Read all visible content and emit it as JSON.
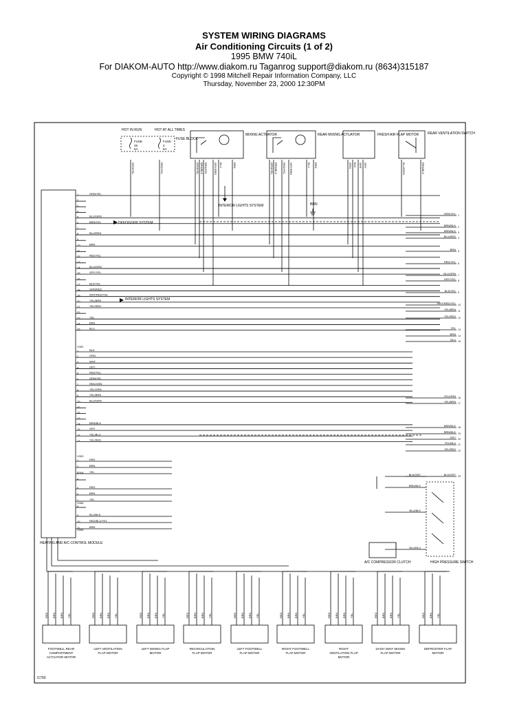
{
  "header": {
    "title": "SYSTEM WIRING DIAGRAMS",
    "subtitle": "Air Conditioning Circuits (1 of 2)",
    "vehicle": "1995 BMW 740iL",
    "source": "For DIAKOM-AUTO http://www.diakom.ru Taganrog support@diakom.ru (8634)315187",
    "copyright": "Copyright © 1998 Mitchell Repair Information Company, LLC",
    "date": "Thursday, November 23, 2000  12:30PM"
  },
  "fuse_block": {
    "hot_in_run": "HOT IN RUN",
    "hot_at_all_times": "HOT AT ALL TIMES",
    "fuse_block_label": "FUSE BLOCK",
    "fuse_a": "FUSE",
    "fuse_a_num": "49",
    "fuse_a_rating": "5A",
    "fuse_b": "FUSE",
    "fuse_b_num": "2",
    "fuse_b_rating": "5A"
  },
  "components": {
    "mixing_actuator": "MIXING ACTUATOR",
    "rear_mixing_actuator": "REAR MIXING ACTUATOR",
    "fresh_air_flap_motor": "FRESH AIR FLAP MOTOR",
    "rear_ventilation_switch": "REAR VENTILATION SWITCH",
    "interior_lights": "INTERIOR LIGHTS SYSTEM",
    "defogger": "DEFOGGER SYSTEM",
    "interior_lights_2": "INTERIOR LIGHTS SYSTEM",
    "module": "HEATING AND A/C CONTROL MODULE",
    "compressor_clutch": "A/C COMPRESSOR CLUTCH",
    "high_pressure_switch": "HIGH PRESSURE SWITCH",
    "ground_label": "BRN",
    "figure_id": "I1750"
  },
  "connectors": {
    "x1": "X302",
    "x2": "X303",
    "x3": "X304",
    "x4": "X306",
    "x5": "X305",
    "x6": "X310"
  },
  "module_pins": [
    {
      "pin": "1",
      "wire": "GRN/YEL"
    },
    {
      "pin": "2",
      "wire": ""
    },
    {
      "pin": "3",
      "wire": ""
    },
    {
      "pin": "4",
      "wire": ""
    },
    {
      "pin": "5",
      "wire": "BLU/GRN"
    },
    {
      "pin": "6",
      "wire": "BRN/YEL"
    },
    {
      "pin": "7",
      "wire": ""
    },
    {
      "pin": "8",
      "wire": "BLU/RED"
    },
    {
      "pin": "9",
      "wire": ""
    },
    {
      "pin": "10",
      "wire": "BRN"
    },
    {
      "pin": "11",
      "wire": ""
    },
    {
      "pin": "12",
      "wire": "RED/YEL"
    },
    {
      "pin": "13",
      "wire": ""
    },
    {
      "pin": "14",
      "wire": "BLU/GRN"
    },
    {
      "pin": "15",
      "wire": "GRY/YEL"
    },
    {
      "pin": "16",
      "wire": ""
    },
    {
      "pin": "17",
      "wire": "BLK/YEL"
    },
    {
      "pin": "18",
      "wire": "GRN/RED"
    },
    {
      "pin": "19",
      "wire": "WHT/RED/YEL"
    },
    {
      "pin": "20",
      "wire": "YEL/BRN"
    },
    {
      "pin": "21",
      "wire": "YEL/RED"
    },
    {
      "pin": "22",
      "wire": ""
    },
    {
      "pin": "23",
      "wire": "YEL"
    },
    {
      "pin": "24",
      "wire": "BRN"
    },
    {
      "pin": "25",
      "wire": "BLU"
    }
  ],
  "module_pins_b": [
    {
      "pin": "1",
      "wire": "BLK"
    },
    {
      "pin": "2",
      "wire": "GRN"
    },
    {
      "pin": "3",
      "wire": "WHT"
    },
    {
      "pin": "4",
      "wire": "GRY"
    },
    {
      "pin": "5",
      "wire": "RED/YEL"
    },
    {
      "pin": "6",
      "wire": "GRN/YEL"
    },
    {
      "pin": "7",
      "wire": "RED/GRN"
    },
    {
      "pin": "8",
      "wire": "YEL/GRN"
    },
    {
      "pin": "9",
      "wire": "YEL/BRN"
    },
    {
      "pin": "10",
      "wire": "BLU/GRN"
    },
    {
      "pin": "11",
      "wire": ""
    },
    {
      "pin": "12",
      "wire": ""
    },
    {
      "pin": "13",
      "wire": ""
    },
    {
      "pin": "14",
      "wire": "BRN/BLK"
    },
    {
      "pin": "15",
      "wire": "GRY"
    },
    {
      "pin": "16",
      "wire": "YEL/BLU"
    },
    {
      "pin": "17",
      "wire": "YEL/RED"
    }
  ],
  "module_pins_c": [
    {
      "pin": "1",
      "wire": "RED"
    },
    {
      "pin": "2",
      "wire": "BRN"
    },
    {
      "pin": "3",
      "wire": "YEL"
    },
    {
      "pin": "4",
      "wire": ""
    },
    {
      "pin": "5",
      "wire": "RED"
    },
    {
      "pin": "6",
      "wire": "BRN"
    },
    {
      "pin": "7",
      "wire": "YEL"
    },
    {
      "pin": "8",
      "wire": ""
    },
    {
      "pin": "9",
      "wire": "BLU/BLK"
    },
    {
      "pin": "10",
      "wire": "RED/BLU/YEL"
    },
    {
      "pin": "11",
      "wire": "BRN"
    }
  ],
  "right_labels": [
    {
      "n": "1",
      "wire": "GRN/YEL"
    },
    {
      "n": "2",
      "wire": "BRN/BLK"
    },
    {
      "n": "3",
      "wire": "BRN/BLK"
    },
    {
      "n": "4",
      "wire": "BLU/RED"
    },
    {
      "n": "5",
      "wire": "BRN"
    },
    {
      "n": "6",
      "wire": "RED/YEL"
    },
    {
      "n": "7",
      "wire": "BLU/GRN"
    },
    {
      "n": "8",
      "wire": "GRY/YEL"
    },
    {
      "n": "9",
      "wire": "BLK/YEL"
    },
    {
      "n": "10",
      "wire": "WHT/RED/YEL"
    },
    {
      "n": "11",
      "wire": "YEL/BRN"
    },
    {
      "n": "12",
      "wire": "YEL/RED"
    },
    {
      "n": "13",
      "wire": "YEL"
    },
    {
      "n": "14",
      "wire": "BRN"
    },
    {
      "n": "15",
      "wire": "BLU"
    },
    {
      "n": "16",
      "wire": "YEL/GRN"
    },
    {
      "n": "17",
      "wire": "YEL/BRN"
    },
    {
      "n": "18",
      "wire": "BRN/BLK"
    },
    {
      "n": "19",
      "wire": "BRN/BLK"
    },
    {
      "n": "20",
      "wire": "GRY"
    },
    {
      "n": "21",
      "wire": "YEL/BLU"
    },
    {
      "n": "22",
      "wire": "YEL/RED"
    },
    {
      "n": "23",
      "wire": "BLK/GRY"
    }
  ],
  "switch_wires": [
    "BLK/GRY",
    "BRN/BLK",
    "BLU/BLK",
    "BLU/BLU"
  ],
  "motors": [
    {
      "label": "FOOTWELL REAR COMPARTMENT ACTUATOR MOTOR",
      "wires": [
        "RED",
        "BRN",
        "BRN",
        "YEL"
      ]
    },
    {
      "label": "LEFT VENTILATION FLAP MOTOR",
      "wires": [
        "RED",
        "BRN",
        "BRN",
        "YEL"
      ]
    },
    {
      "label": "LEFT MIXING FLAP MOTOR",
      "wires": [
        "RED",
        "BRN",
        "BRN",
        "YEL"
      ]
    },
    {
      "label": "RECIRCULATION FLAP MOTOR",
      "wires": [
        "RED",
        "BRN",
        "BRN",
        "YEL"
      ]
    },
    {
      "label": "LEFT FOOTWELL FLAP MOTOR",
      "wires": [
        "RED",
        "BRN",
        "BRN",
        "YEL"
      ]
    },
    {
      "label": "RIGHT FOOTWELL FLAP MOTOR",
      "wires": [
        "RED",
        "BRN",
        "BRN",
        "YEL"
      ]
    },
    {
      "label": "RIGHT VENTILATION FLAP MOTOR",
      "wires": [
        "RED",
        "BRN",
        "BRN",
        "YEL"
      ]
    },
    {
      "label": "DASH VENT MIXING FLAP MOTOR",
      "wires": [
        "RED",
        "BRN",
        "BRN",
        "YEL"
      ]
    },
    {
      "label": "DEFROSTER FLAP MOTOR",
      "wires": [
        "RED",
        "BRN",
        "YEL"
      ]
    }
  ],
  "top_wires": [
    {
      "wire": "GRN/YEL"
    },
    {
      "wire": "RED/YEL"
    },
    {
      "wire": "GRN/YEL"
    },
    {
      "wire": "BRN/BLK"
    },
    {
      "wire": "BRN/YEL"
    },
    {
      "wire": "GRY/RED"
    },
    {
      "wire": "BLU"
    },
    {
      "wire": "BRN"
    },
    {
      "wire": "GRN/YEL"
    },
    {
      "wire": "BRN/BLK"
    },
    {
      "wire": "RED/YEL"
    },
    {
      "wire": "GRY/RED"
    },
    {
      "wire": "BLU"
    },
    {
      "wire": "BRN"
    },
    {
      "wire": "GRN"
    },
    {
      "wire": "BLK"
    },
    {
      "wire": "WHT"
    },
    {
      "wire": "GRY"
    },
    {
      "wire": "BLU/GRN"
    },
    {
      "wire": "BRN/BLK"
    }
  ]
}
